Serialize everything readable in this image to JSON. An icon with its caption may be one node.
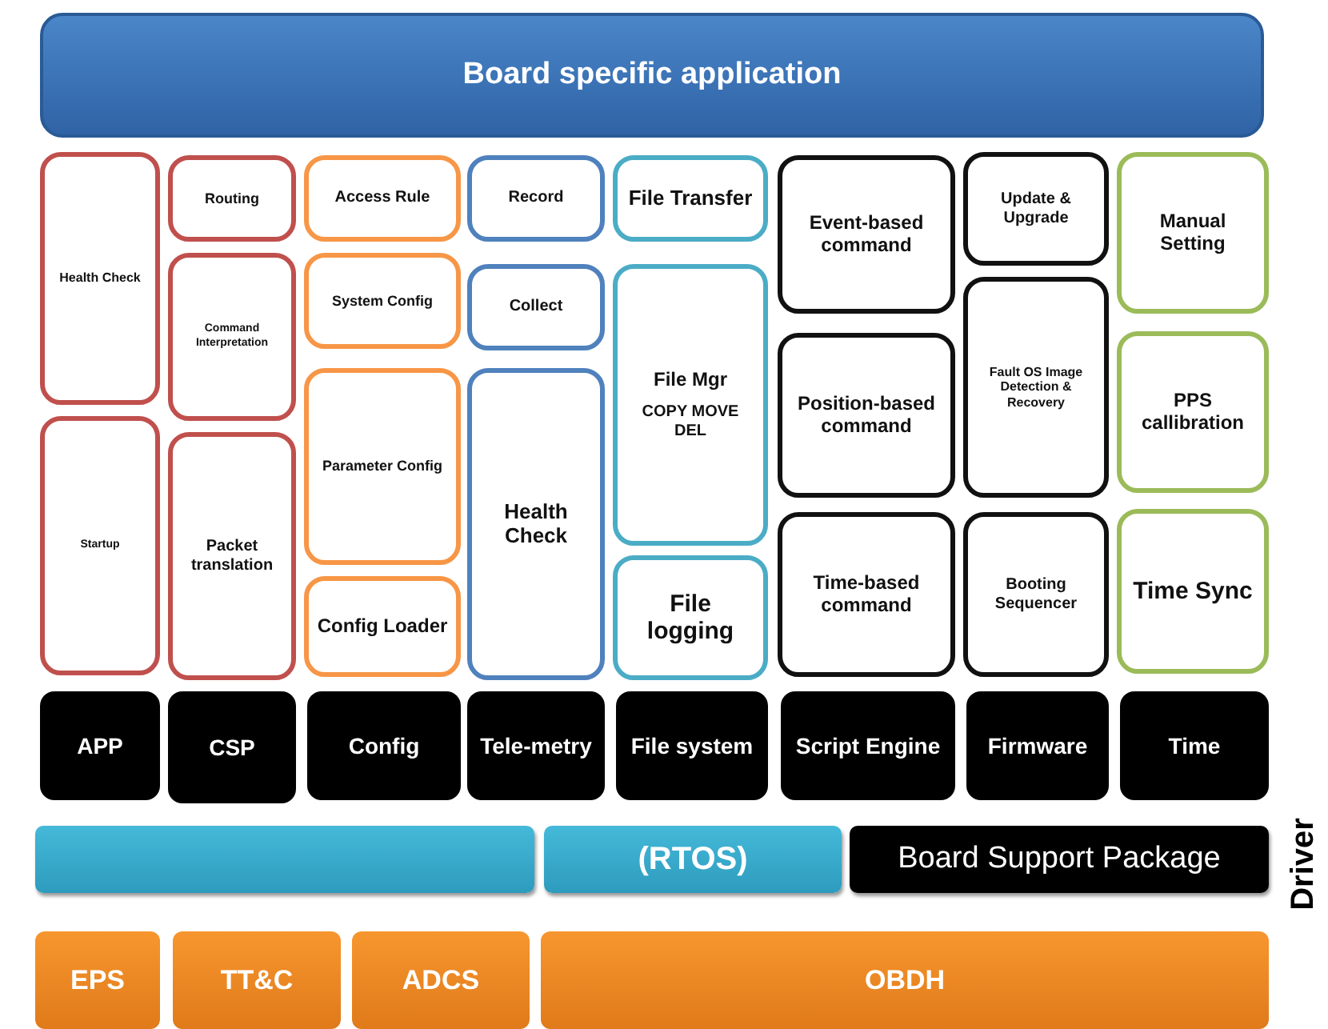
{
  "diagram": {
    "nodes": [
      {
        "text": [
          "Board specific application"
        ]
      },
      {
        "text": [
          "Health Check"
        ]
      },
      {
        "text": [
          "Startup"
        ]
      },
      {
        "text": [
          "Routing"
        ]
      },
      {
        "text": [
          "Command Interpretation"
        ]
      },
      {
        "text": [
          "Packet translation"
        ]
      },
      {
        "text": [
          "Access Rule"
        ]
      },
      {
        "text": [
          "System Config"
        ]
      },
      {
        "text": [
          "Parameter Config"
        ]
      },
      {
        "text": [
          "Config Loader"
        ]
      },
      {
        "text": [
          "Record"
        ]
      },
      {
        "text": [
          "Collect"
        ]
      },
      {
        "text": [
          "Health Check"
        ]
      },
      {
        "text": [
          "File Transfer"
        ]
      },
      {
        "text": [
          "File Mgr",
          "COPY MOVE DEL"
        ]
      },
      {
        "text": [
          "File logging"
        ]
      },
      {
        "text": [
          "Event-based command"
        ]
      },
      {
        "text": [
          "Position-based command"
        ]
      },
      {
        "text": [
          "Time-based command"
        ]
      },
      {
        "text": [
          "Update & Upgrade"
        ]
      },
      {
        "text": [
          "Fault OS Image Detection & Recovery"
        ]
      },
      {
        "text": [
          "Booting Sequencer"
        ]
      },
      {
        "text": [
          "Manual Setting"
        ]
      },
      {
        "text": [
          "PPS callibration"
        ]
      },
      {
        "text": [
          "Time Sync"
        ]
      },
      {
        "text": [
          "APP"
        ]
      },
      {
        "text": [
          "CSP"
        ]
      },
      {
        "text": [
          "Config"
        ]
      },
      {
        "text": [
          "Tele-metry"
        ]
      },
      {
        "text": [
          "File system"
        ]
      },
      {
        "text": [
          "Script Engine"
        ]
      },
      {
        "text": [
          "Firmware"
        ]
      },
      {
        "text": [
          "Time"
        ]
      },
      {
        "text": [],
        "shape": "bar"
      },
      {
        "text": [
          "(RTOS)"
        ]
      },
      {
        "text": [
          "Board Support Package"
        ]
      },
      {
        "text": [
          "EPS"
        ]
      },
      {
        "text": [
          "TT&C"
        ]
      },
      {
        "text": [
          "ADCS"
        ]
      },
      {
        "text": [
          "OBDH"
        ]
      }
    ],
    "labels": [
      "Driver"
    ]
  }
}
